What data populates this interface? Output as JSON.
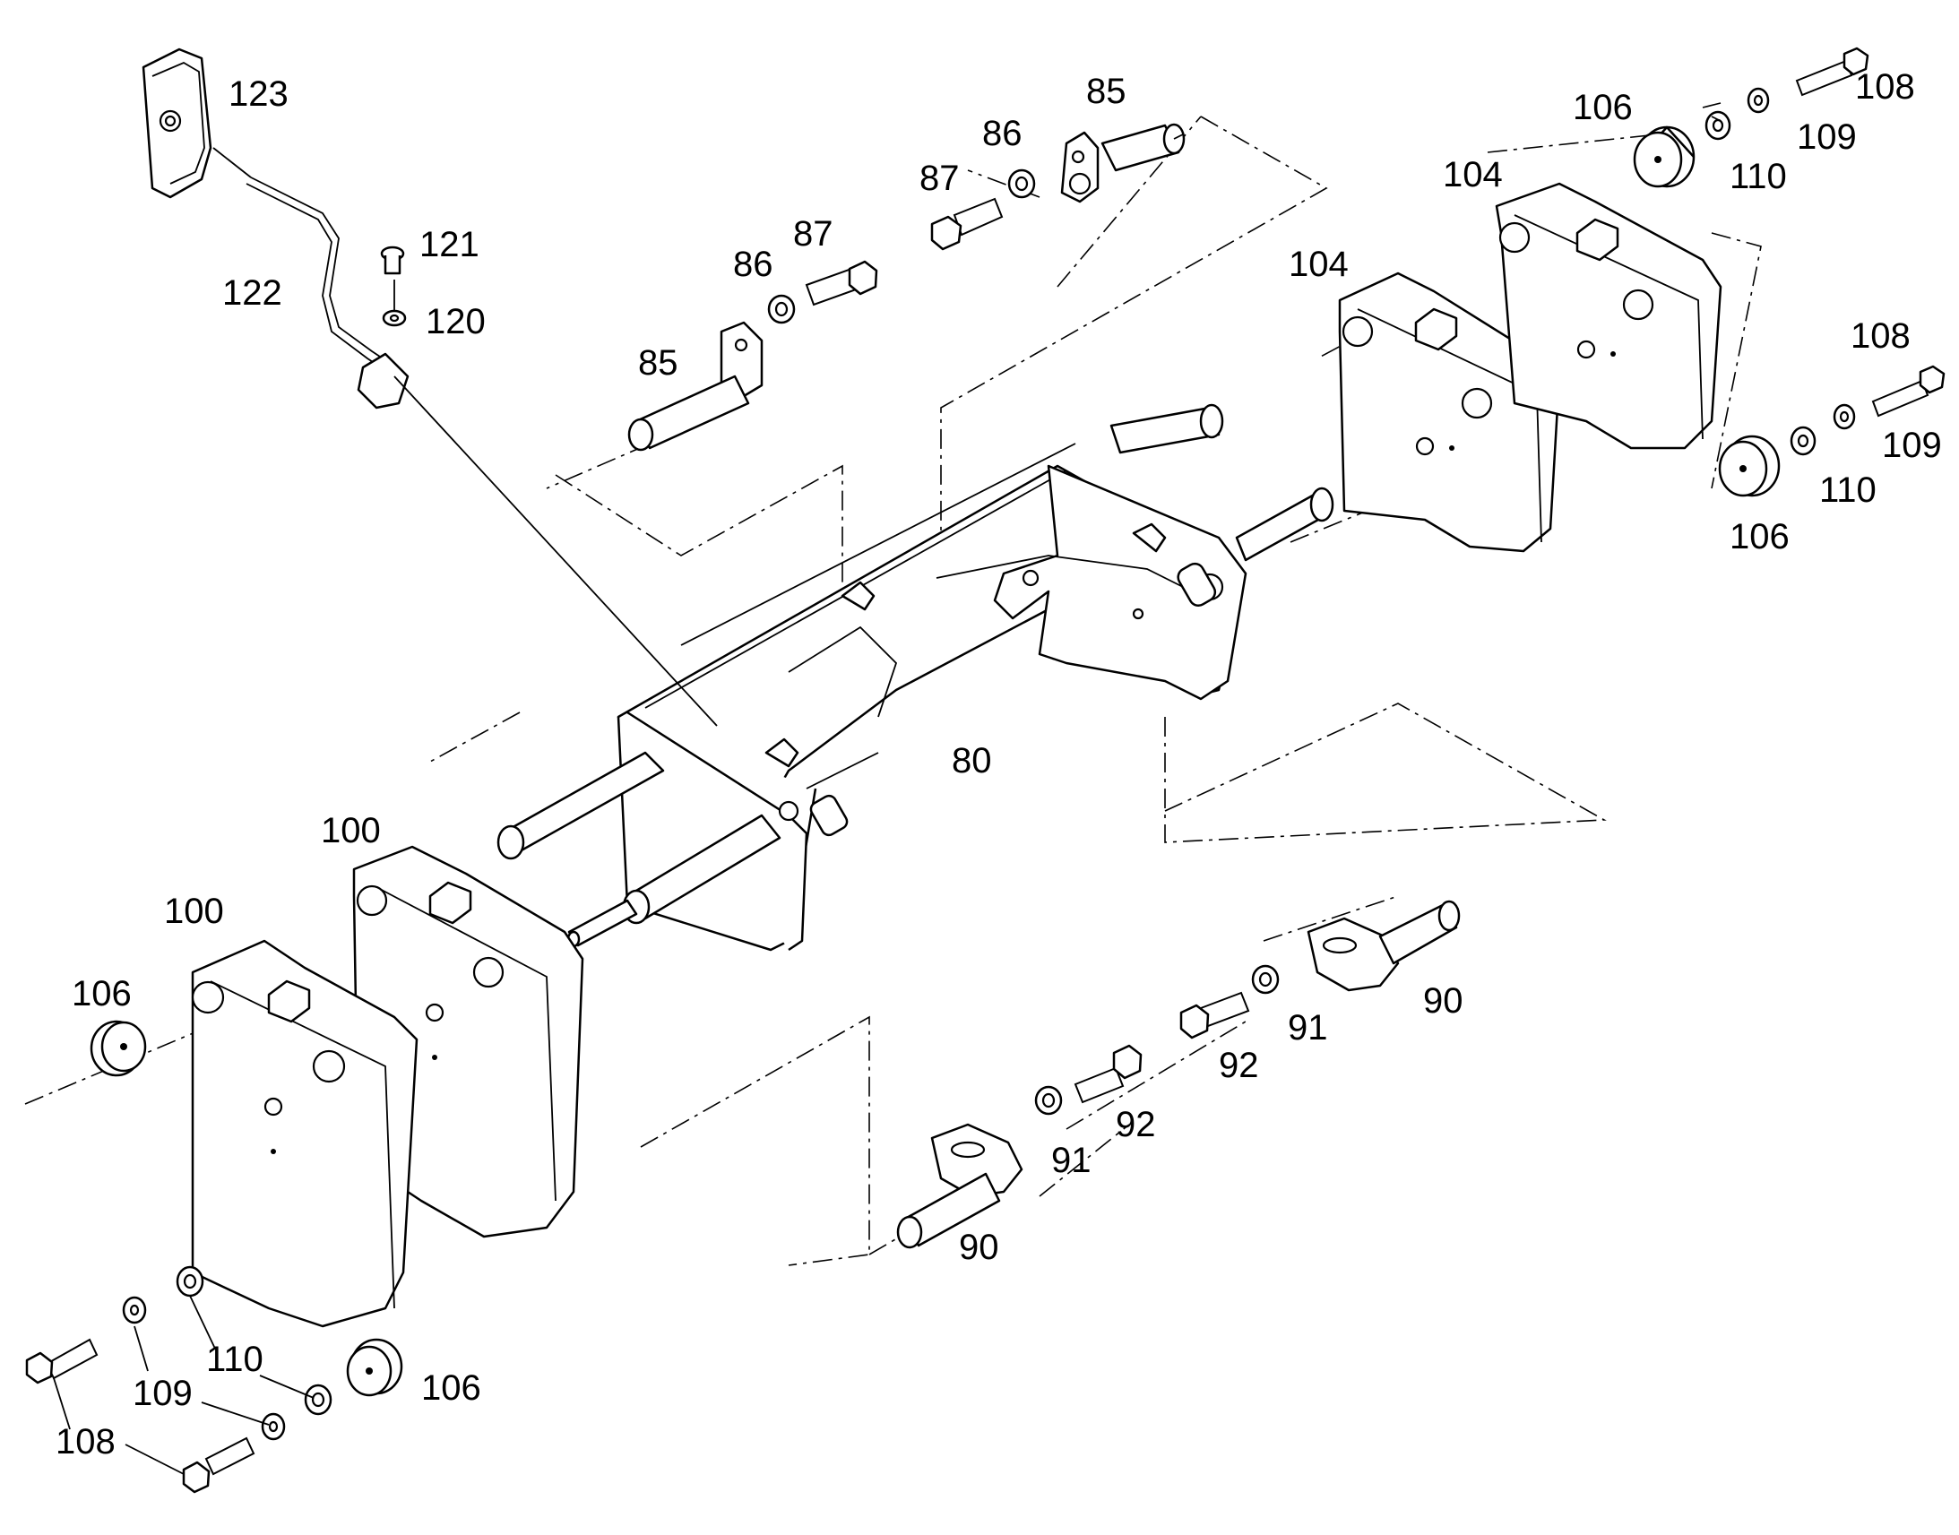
{
  "callouts": {
    "c123": "123",
    "c122": "122",
    "c121": "121",
    "c120": "120",
    "c85_top": "85",
    "c86_top": "86",
    "c87_top": "87",
    "c87_mid": "87",
    "c86_mid": "86",
    "c85_mid": "85",
    "c106_tr": "106",
    "c104_tr": "104",
    "c104_mr": "104",
    "c108_tr": "108",
    "c109_tr": "109",
    "c110_tr": "110",
    "c108_r": "108",
    "c109_r": "109",
    "c110_r": "110",
    "c106_r": "106",
    "c80": "80",
    "c100_b": "100",
    "c100_f": "100",
    "c106_l": "106",
    "c110_bl": "110",
    "c109_bl": "109",
    "c108_bl": "108",
    "c106_bm": "106",
    "c90_r": "90",
    "c91_r": "91",
    "c92_r": "92",
    "c92_m": "92",
    "c91_m": "91",
    "c90_m": "90"
  }
}
